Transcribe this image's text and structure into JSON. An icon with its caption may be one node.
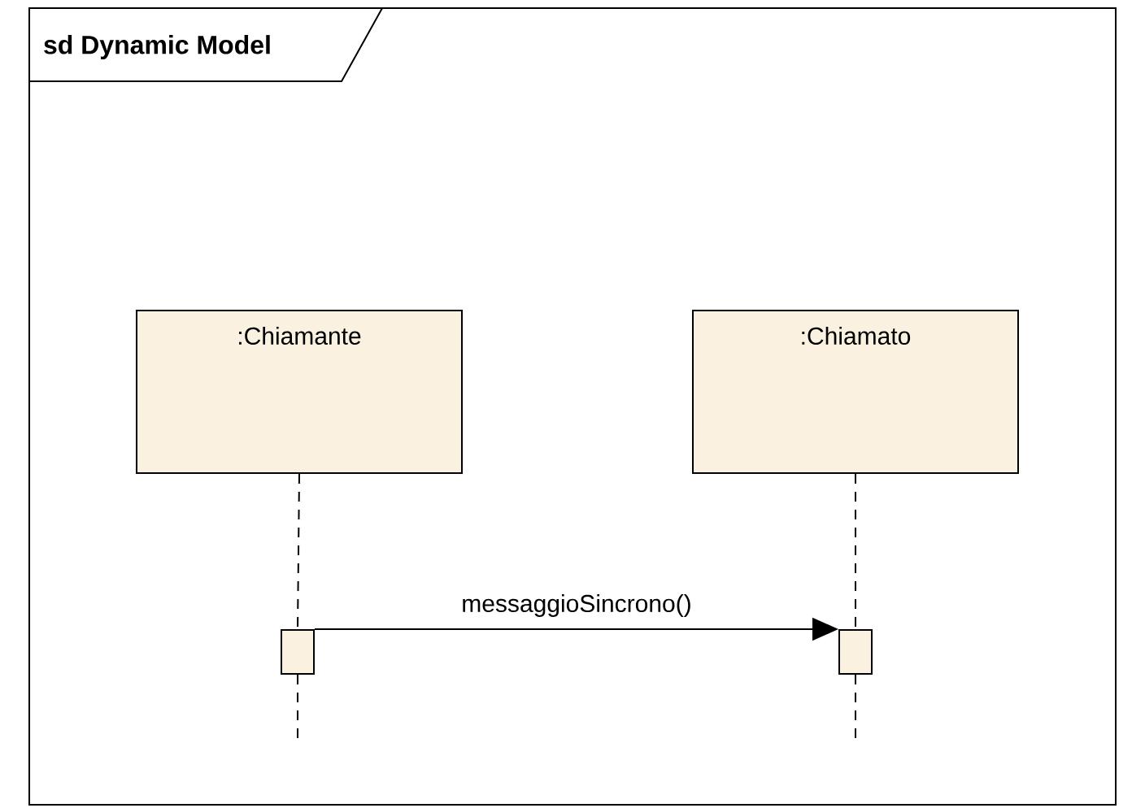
{
  "diagram": {
    "nodes": [
      {
        "text": [
          "sd Dynamic Model"
        ]
      },
      {
        "text": [
          ":Chiamante"
        ],
        "in": 0
      },
      {
        "text": [
          ":Chiamato"
        ],
        "in": 0
      },
      {
        "text": [],
        "shape": "box",
        "in": 0
      },
      {
        "text": [],
        "shape": "box",
        "in": 0
      }
    ],
    "edges": [
      {
        "from": 1,
        "to": 3,
        "arrow": "none",
        "style": "dashed"
      },
      {
        "from": 3,
        "to": null,
        "arrow": "none",
        "style": "dashed"
      },
      {
        "from": 2,
        "to": 4,
        "arrow": "none",
        "style": "dashed"
      },
      {
        "from": 4,
        "to": null,
        "arrow": "none",
        "style": "dashed"
      },
      {
        "from": 3,
        "to": 4,
        "arrow": "to",
        "label": "messaggioSincrono()"
      }
    ]
  }
}
